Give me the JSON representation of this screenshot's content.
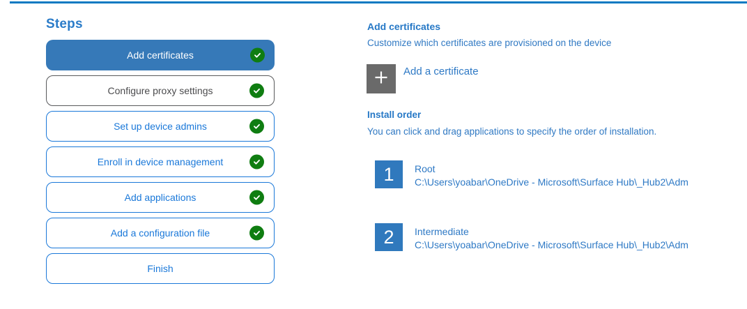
{
  "colors": {
    "top_accent": "#0879c2",
    "active_step_bg": "#3679b8",
    "step_border_blue": "#1a78d9",
    "step_border_gray": "#58595b",
    "step_text_gray": "#4b4b4d",
    "check_green": "#0f7d11",
    "plus_button_gray": "#6a6a6a",
    "order_number_bg": "#3079bd",
    "heading_blue": "#2678c6",
    "body_text_blue": "#3079c3"
  },
  "sidebar": {
    "title": "Steps",
    "steps": [
      {
        "label": "Add certificates",
        "state": "active",
        "completed": true
      },
      {
        "label": "Configure proxy settings",
        "state": "current",
        "completed": true
      },
      {
        "label": "Set up device admins",
        "state": "default",
        "completed": true
      },
      {
        "label": "Enroll in device management",
        "state": "default",
        "completed": true
      },
      {
        "label": "Add applications",
        "state": "default",
        "completed": true
      },
      {
        "label": "Add a configuration file",
        "state": "default",
        "completed": true
      },
      {
        "label": "Finish",
        "state": "default",
        "completed": false
      }
    ]
  },
  "main": {
    "section_title": "Add certificates",
    "section_description": "Customize which certificates are provisioned on the device",
    "add_certificate_label": "Add a certificate",
    "install_order": {
      "title": "Install order",
      "description": "You can click and drag applications to specify the order of installation.",
      "items": [
        {
          "index": "1",
          "name": "Root",
          "path": "C:\\Users\\yoabar\\OneDrive - Microsoft\\Surface Hub\\_Hub2\\Adm"
        },
        {
          "index": "2",
          "name": "Intermediate",
          "path": "C:\\Users\\yoabar\\OneDrive - Microsoft\\Surface Hub\\_Hub2\\Adm"
        }
      ]
    }
  }
}
